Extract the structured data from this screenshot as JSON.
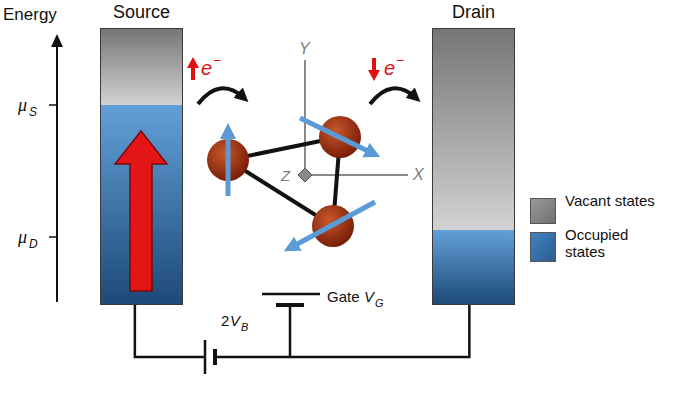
{
  "diagram": {
    "nodes": [
      {
        "text": [
          "Source"
        ]
      },
      {
        "text": [
          "Drain"
        ]
      }
    ],
    "edges": [
      {
        "from": 0,
        "to": 1,
        "arrow": "none"
      }
    ],
    "labels": [
      "Energy",
      "μ",
      "S",
      "μ",
      "D",
      "e",
      "−",
      "e",
      "−",
      "Y",
      "X",
      "Z",
      "Gate",
      "V",
      "G",
      "2",
      "V",
      "B"
    ],
    "legend": [
      {
        "text": "Vacant states",
        "color": "#9a9a9a"
      },
      {
        "text": "Occupied states",
        "color": "#3f82c4"
      }
    ]
  }
}
